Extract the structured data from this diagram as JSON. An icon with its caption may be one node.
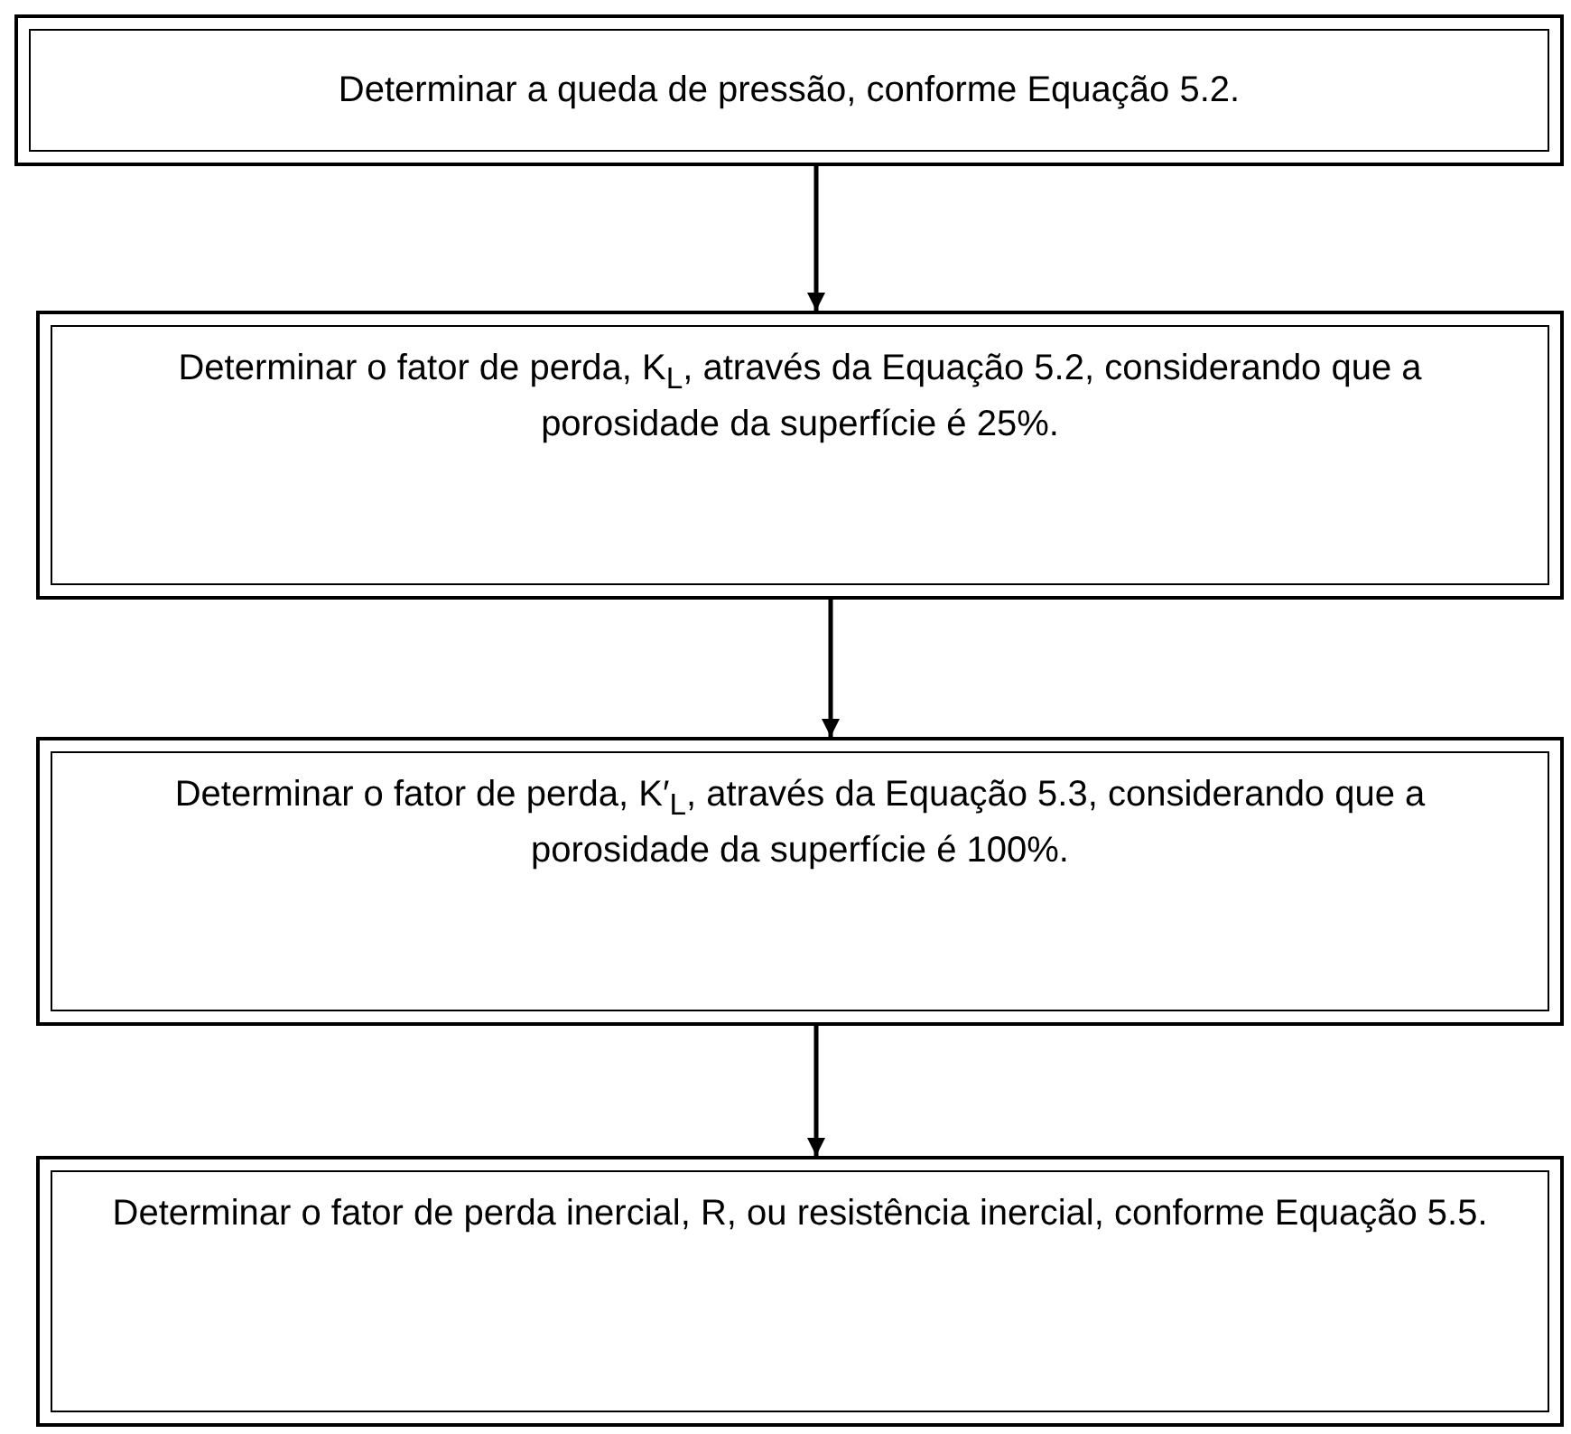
{
  "diagram": {
    "nodes": [
      {
        "text": [
          "Determinar a queda de pressão, conforme Equação 5.2."
        ]
      },
      {
        "text": [
          "Determinar o fator de perda, K$_{L}$, através da Equação 5.2, considerando que a porosidade da superfície é 25%."
        ]
      },
      {
        "text": [
          "Determinar o fator de perda, K′$_{L}$, através da Equação 5.3, considerando que a porosidade da superfície é 100%."
        ]
      },
      {
        "text": [
          "Determinar o fator de perda inercial, R, ou resistência inercial, conforme Equação 5.5."
        ]
      }
    ],
    "edges": [
      {
        "from": 0,
        "to": 1,
        "arrow": "to"
      },
      {
        "from": 1,
        "to": 2,
        "arrow": "to"
      },
      {
        "from": 2,
        "to": 3,
        "arrow": "to"
      }
    ]
  }
}
